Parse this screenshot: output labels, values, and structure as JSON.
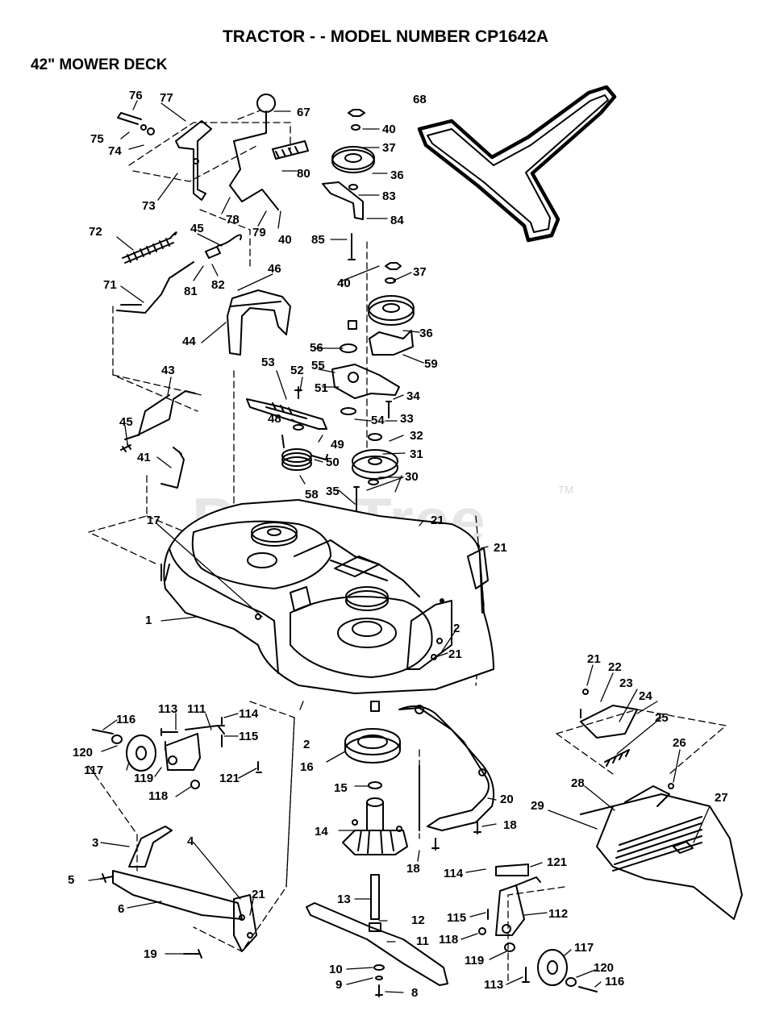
{
  "header": {
    "title": "TRACTOR - - MODEL NUMBER CP1642A",
    "subtitle": "42\" MOWER DECK"
  },
  "watermark": {
    "text": "PartsTree",
    "trademark": "TM"
  },
  "callouts": [
    "76",
    "77",
    "67",
    "68",
    "40",
    "37",
    "36",
    "83",
    "84",
    "85",
    "75",
    "74",
    "73",
    "80",
    "78",
    "79",
    "40",
    "72",
    "45",
    "81",
    "82",
    "46",
    "40",
    "37",
    "36",
    "59",
    "71",
    "44",
    "56",
    "55",
    "51",
    "53",
    "52",
    "54",
    "34",
    "33",
    "32",
    "31",
    "30",
    "43",
    "48",
    "49",
    "50",
    "45",
    "41",
    "58",
    "35",
    "21",
    "21",
    "17",
    "1",
    "2",
    "21",
    "21",
    "22",
    "23",
    "24",
    "25",
    "116",
    "113",
    "111",
    "114",
    "115",
    "121",
    "120",
    "117",
    "119",
    "118",
    "2",
    "16",
    "15",
    "14",
    "20",
    "18",
    "18",
    "26",
    "28",
    "27",
    "29",
    "3",
    "4",
    "5",
    "6",
    "19",
    "21",
    "13",
    "12",
    "11",
    "10",
    "9",
    "8",
    "114",
    "121",
    "115",
    "112",
    "118",
    "119",
    "113",
    "117",
    "120",
    "116"
  ]
}
